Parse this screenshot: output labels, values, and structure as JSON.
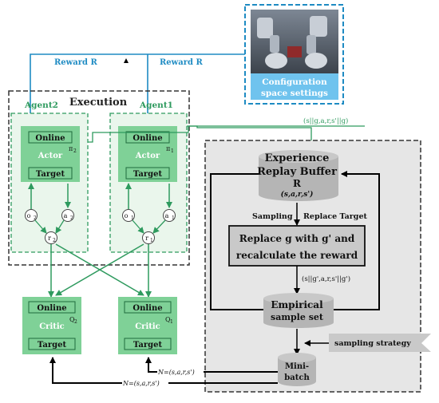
{
  "config": {
    "label_line1": "Configuration",
    "label_line2": "space settings"
  },
  "reward_left": "Reward R",
  "reward_right": "Reward R",
  "execution": {
    "title": "Execution"
  },
  "agent2": {
    "label": "Agent2",
    "online": "Online",
    "actor": "Actor",
    "pi": "π",
    "pi_sub": "2",
    "target": "Target",
    "o": "o",
    "o_sub": "2",
    "a": "a",
    "a_sub": "2",
    "r": "r",
    "r_sub": "2"
  },
  "agent1": {
    "label": "Agent1",
    "online": "Online",
    "actor": "Actor",
    "pi": "π",
    "pi_sub": "1",
    "target": "Target",
    "o": "o",
    "o_sub": "1",
    "a": "a",
    "a_sub": "1",
    "r": "r",
    "r_sub": "1"
  },
  "transition_top": "(s||g,a,r,s'||g)",
  "buffer": {
    "title_line1": "Experience",
    "title_line2": "Replay Buffer",
    "title_line3": "R",
    "tuple": "(s,a,r,s')"
  },
  "sampling": "Sampling",
  "replace_target": "Replace Target",
  "replace_box": {
    "line1": "Replace g with g' and",
    "line2": "recalculate the reward"
  },
  "transition_mid": "(s||g',a,r,s'||g')",
  "empirical": {
    "line1": "Empirical",
    "line2": "sample set"
  },
  "sampling_strategy": "sampling strategy",
  "minibatch": {
    "line1": "Mini-",
    "line2": "batch"
  },
  "critic2": {
    "online": "Online",
    "critic": "Critic",
    "q": "Q",
    "q_sub": "2",
    "target": "Target"
  },
  "critic1": {
    "online": "Online",
    "critic": "Critic",
    "q": "Q",
    "q_sub": "1",
    "target": "Target"
  },
  "n_upper": "N=(s,a,r,s')",
  "n_lower": "N=(s,a,r,s')",
  "colors": {
    "blue": "#1e8bc3",
    "green": "#2e9a5e",
    "box_green": "#7fd197",
    "cylinder": "#b5b5b5",
    "panel": "#e6e6e6",
    "replace_fill": "#c9c9c9",
    "label_blue": "#6fc3ee"
  }
}
